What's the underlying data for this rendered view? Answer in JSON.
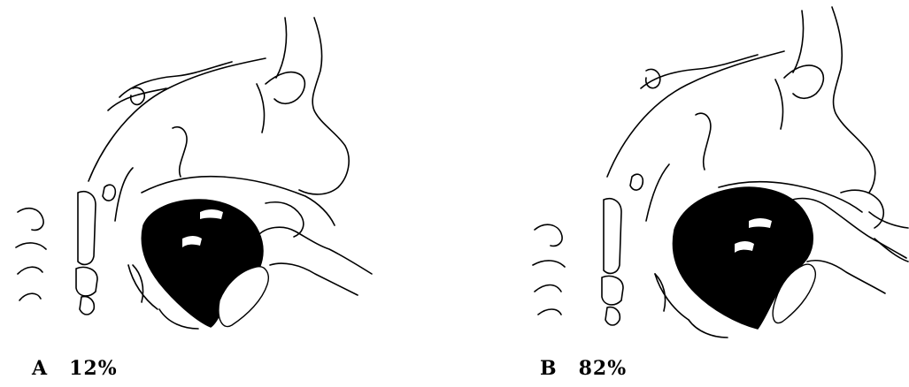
{
  "figures": [
    {
      "letter": "A",
      "percent": "12%"
    },
    {
      "letter": "B",
      "percent": "82%"
    }
  ]
}
